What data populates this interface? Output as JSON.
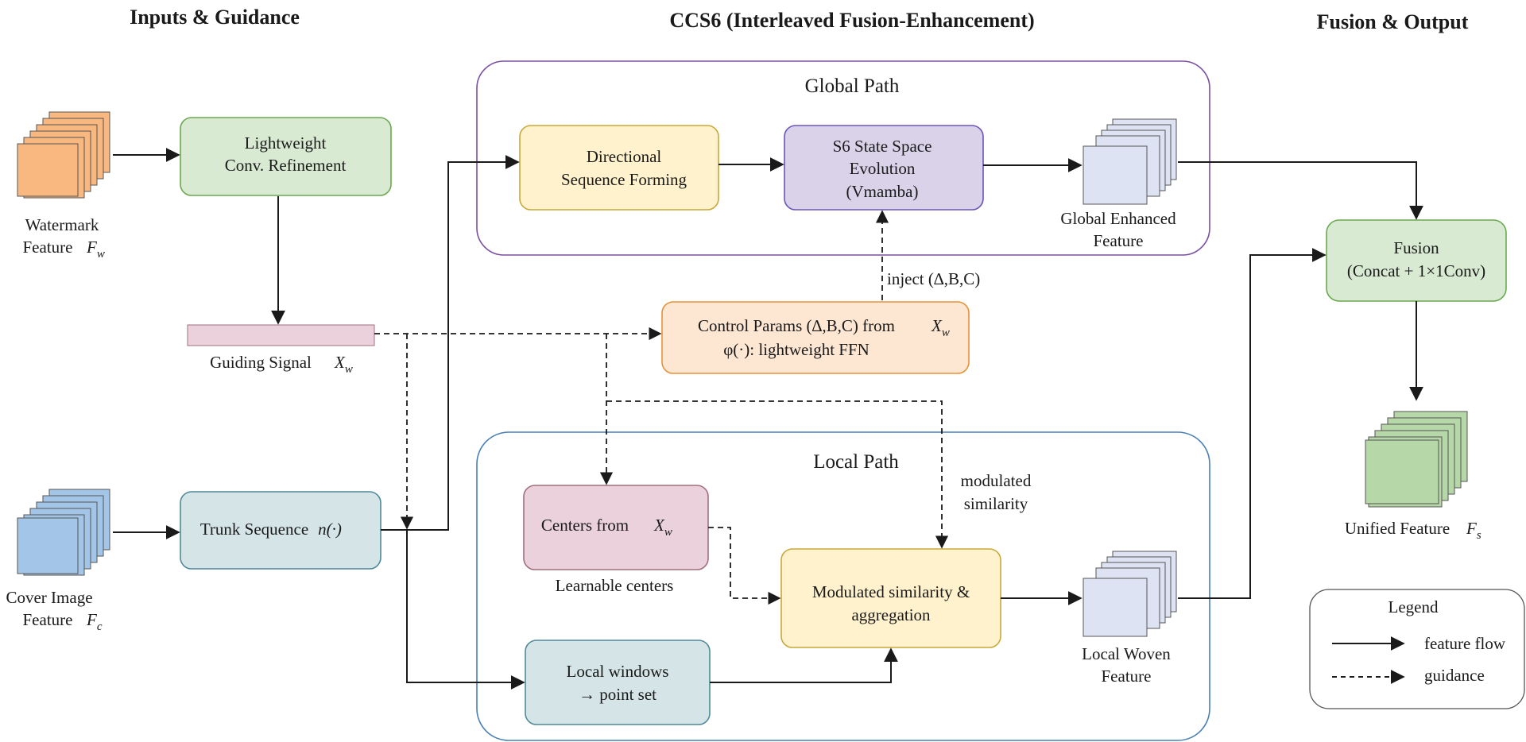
{
  "headers": {
    "inputs": "Inputs & Guidance",
    "ccs6": "CCS6 (Interleaved Fusion-Enhancement)",
    "output": "Fusion & Output"
  },
  "inputs": {
    "watermark_label_1": "Watermark",
    "watermark_label_2": "Feature",
    "watermark_symbol": "F",
    "watermark_sub": "w",
    "cover_label_1": "Cover Image",
    "cover_label_2": "Feature",
    "cover_symbol": "F",
    "cover_sub": "c"
  },
  "boxes": {
    "refine_1": "Lightweight",
    "refine_2": "Conv. Refinement",
    "guiding_label": "Guiding Signal",
    "guiding_symbol": "X",
    "guiding_sub": "w",
    "trunk": "Trunk Sequence",
    "trunk_fn": "n(·)",
    "dir_1": "Directional",
    "dir_2": "Sequence Forming",
    "s6_1": "S6 State Space",
    "s6_2": "Evolution",
    "s6_3": "(Vmamba)",
    "global_feat_1": "Global Enhanced",
    "global_feat_2": "Feature",
    "control_1": "Control Params (∆,B,C) from",
    "control_symbol": "X",
    "control_sub": "w",
    "control_2": "φ(·): lightweight FFN",
    "inject": "inject (∆,B,C)",
    "centers": "Centers from",
    "centers_symbol": "X",
    "centers_sub": "w",
    "centers_caption": "Learnable centers",
    "mod_annot_1": "modulated",
    "mod_annot_2": "similarity",
    "modsim_1": "Modulated similarity &",
    "modsim_2": "aggregation",
    "local_win_1": "Local windows",
    "local_win_2": "→ point set",
    "local_feat_1": "Local Woven",
    "local_feat_2": "Feature",
    "fusion_1": "Fusion",
    "fusion_2": "(Concat + 1×1Conv)",
    "unified": "Unified Feature",
    "unified_symbol": "F",
    "unified_sub": "s"
  },
  "paths": {
    "global": "Global Path",
    "local": "Local Path"
  },
  "legend": {
    "title": "Legend",
    "solid": "feature flow",
    "dashed": "guidance"
  },
  "colors": {
    "orange_stack": "#f9b880",
    "blue_stack": "#a3c5e8",
    "green_stack": "#b6d7a8",
    "lavender_stack": "#dde3f2",
    "refine_fill": "#d9ead3",
    "trunk_fill": "#d5e4e6",
    "yellow_fill": "#fff2cc",
    "purple_fill": "#d9d2e9",
    "control_fill": "#fde6d2",
    "pink_fill": "#ead1dc"
  }
}
